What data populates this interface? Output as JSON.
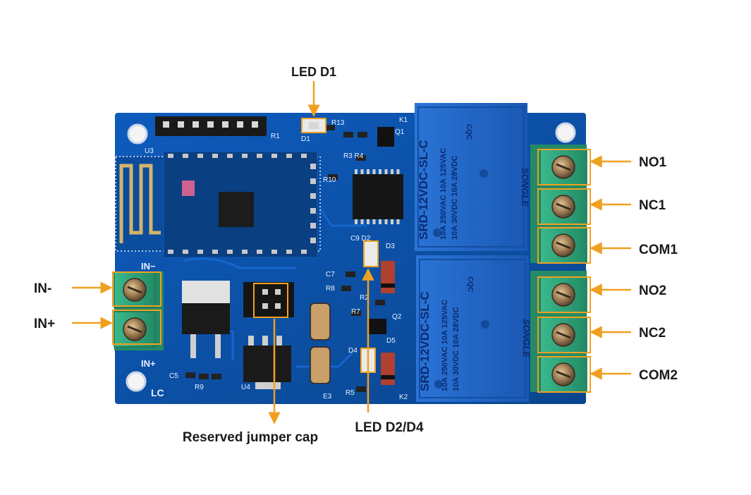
{
  "colors": {
    "pcb": "#0b4fa6",
    "pcb_dark": "#083e86",
    "relay": "#1f66c9",
    "terminal": "#2fa57e",
    "callout": "#f0a020",
    "text": "#1a1a1a"
  },
  "callouts": {
    "led_d1": "LED D1",
    "no1": "NO1",
    "nc1": "NC1",
    "com1": "COM1",
    "no2": "NO2",
    "nc2": "NC2",
    "com2": "COM2",
    "in_minus": "IN-",
    "in_plus": "IN+",
    "jumper": "Reserved jumper cap",
    "led_d2_d4": "LED D2/D4"
  },
  "silkscreen": {
    "u3": "U3",
    "r1": "R1",
    "d1": "D1",
    "r13": "R13",
    "k1": "K1",
    "q1": "Q1",
    "r3r4": "R3 R4",
    "r10": "R10",
    "c9d2": "C9 D2",
    "d3": "D3",
    "c7": "C7",
    "r8": "R8",
    "r7": "R7",
    "r2": "R2",
    "q2": "Q2",
    "d4": "D4",
    "d5": "D5",
    "r5": "R5",
    "k2": "K2",
    "in_minus_board": "IN−",
    "in_plus_board": "IN+",
    "c5": "C5",
    "r9": "R9",
    "u4": "U4",
    "lc": "LC",
    "e3": "E3"
  },
  "relay_top": {
    "model": "SRD-12VDC-SL-C",
    "rating1": "10A 250VAC 10A 125VAC",
    "rating2": "10A 30VDC 10A 28VDC",
    "brand": "SONGLE",
    "cqc": "CQC"
  },
  "relay_bottom": {
    "model": "SRD-12VDC-SL-C",
    "rating1": "10A 250VAC 10A 125VAC",
    "rating2": "10A 30VDC 10A 28VDC",
    "brand": "SONGLE",
    "cqc": "CQC"
  }
}
